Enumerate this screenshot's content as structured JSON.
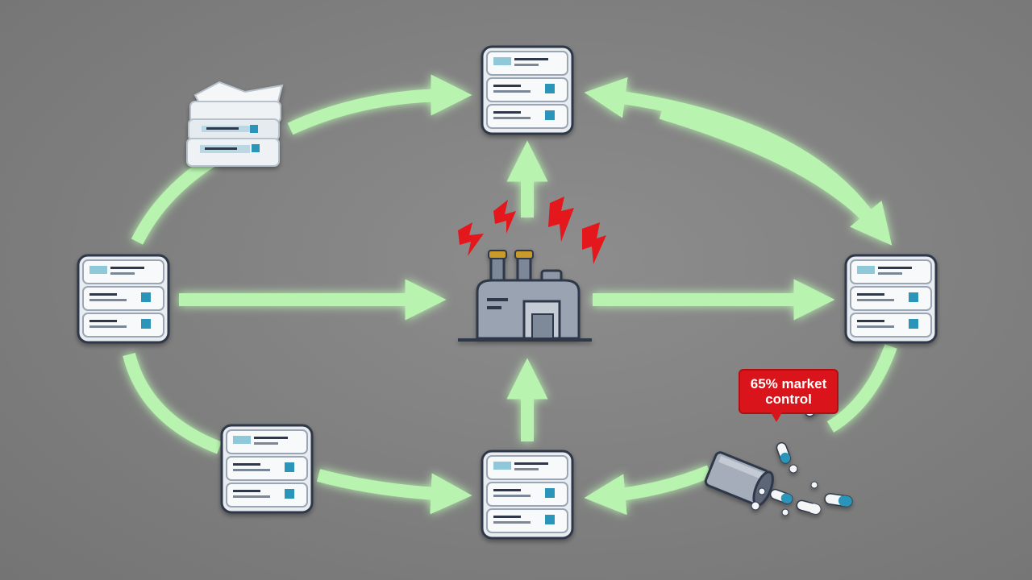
{
  "callout": {
    "text_line1": "65% market",
    "text_line2": "control"
  },
  "colors": {
    "background": "#808080",
    "arrow": "#b9f3b0",
    "arrow_glow": "#9ef59a",
    "spark": "#e3171c",
    "factory_body": "#9aa3b2",
    "factory_outline": "#2f3848",
    "server_body": "#eef2f5",
    "server_accent": "#2a95b8",
    "callout_bg": "#d9141a"
  },
  "nodes": [
    {
      "id": "server-top",
      "icon": "server-rack-icon"
    },
    {
      "id": "server-left",
      "icon": "server-rack-icon"
    },
    {
      "id": "server-right",
      "icon": "server-rack-icon"
    },
    {
      "id": "server-bottom-left",
      "icon": "server-rack-icon"
    },
    {
      "id": "server-bottom-center",
      "icon": "server-rack-icon"
    },
    {
      "id": "document-stack",
      "icon": "document-stack-icon"
    },
    {
      "id": "factory",
      "icon": "factory-icon"
    },
    {
      "id": "pill-bottle",
      "icon": "spilled-pill-bottle-icon"
    }
  ]
}
